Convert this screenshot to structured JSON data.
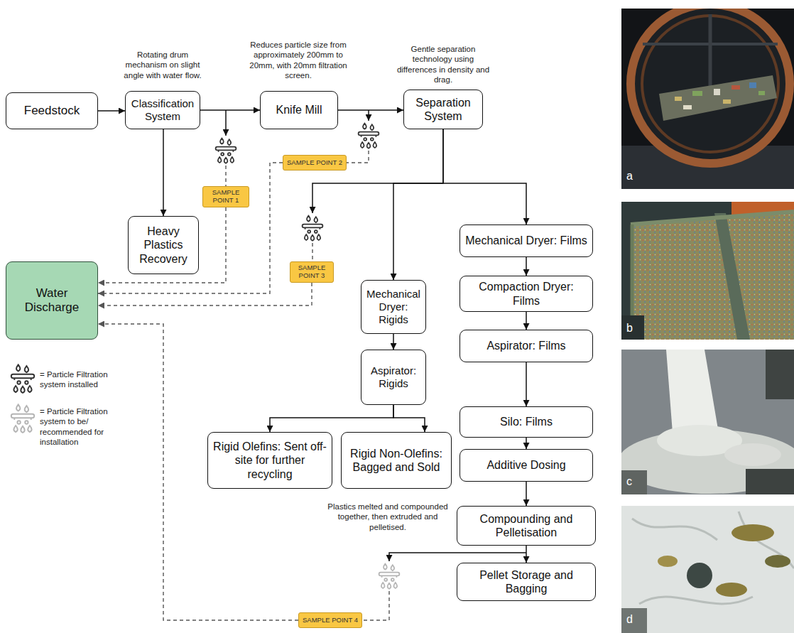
{
  "diagram": {
    "nodes": [
      {
        "text": [
          "Feedstock"
        ]
      },
      {
        "text": [
          "Classification System"
        ]
      },
      {
        "text": [
          "Knife Mill"
        ]
      },
      {
        "text": [
          "Separation System"
        ]
      },
      {
        "text": [
          "SAMPLE POINT 2"
        ]
      },
      {
        "text": [
          "SAMPLE POINT 1"
        ]
      },
      {
        "text": [
          "Heavy Plastics Recovery"
        ]
      },
      {
        "text": [
          "Mechanical Dryer: Films"
        ]
      },
      {
        "text": [
          "SAMPLE POINT 3"
        ]
      },
      {
        "text": [
          "Water Discharge"
        ]
      },
      {
        "text": [
          "Mechanical Dryer: Rigids"
        ]
      },
      {
        "text": [
          "Compaction Dryer: Films"
        ]
      },
      {
        "text": [
          "Aspirator: Rigids"
        ]
      },
      {
        "text": [
          "Aspirator: Films"
        ]
      },
      {
        "text": [
          "Silo: Films"
        ]
      },
      {
        "text": [
          "Rigid Olefins: Sent off-site for further recycling"
        ]
      },
      {
        "text": [
          "Rigid Non-Olefins: Bagged and Sold"
        ]
      },
      {
        "text": [
          "Additive Dosing"
        ]
      },
      {
        "text": [
          "Compounding and Pelletisation"
        ]
      },
      {
        "text": [
          "Pellet Storage and Bagging"
        ]
      },
      {
        "text": [
          "SAMPLE POINT 4"
        ]
      }
    ],
    "edges": [
      {
        "from": 0,
        "to": 1,
        "arrow": "to"
      },
      {
        "from": 1,
        "to": 2,
        "arrow": "to"
      },
      {
        "from": 1,
        "to": 6,
        "arrow": "to"
      },
      {
        "from": 2,
        "to": 3,
        "arrow": "to"
      },
      {
        "from": 3,
        "to": 10,
        "arrow": "to"
      },
      {
        "from": 3,
        "to": 7,
        "arrow": "to"
      },
      {
        "from": 10,
        "to": 12,
        "arrow": "to"
      },
      {
        "from": 12,
        "to": 15,
        "arrow": "to"
      },
      {
        "from": 12,
        "to": 16,
        "arrow": "to"
      },
      {
        "from": 7,
        "to": 11,
        "arrow": "to"
      },
      {
        "from": 11,
        "to": 13,
        "arrow": "to"
      },
      {
        "from": 13,
        "to": 14,
        "arrow": "to"
      },
      {
        "from": 14,
        "to": 17,
        "arrow": "to"
      },
      {
        "from": 17,
        "to": 18,
        "arrow": "to"
      },
      {
        "from": 18,
        "to": 19,
        "arrow": "to"
      },
      {
        "from": 5,
        "to": 9,
        "arrow": "to"
      },
      {
        "from": 4,
        "to": 9,
        "arrow": "to"
      },
      {
        "from": 8,
        "to": 9,
        "arrow": "to"
      },
      {
        "from": 20,
        "to": 9,
        "arrow": "to"
      }
    ],
    "labels": [
      "Rotating drum mechanism on slight angle with water flow.",
      "Reduces particle size from approximately 200mm to 20mm, with 20mm filtration screen.",
      "Gentle separation technology using differences in density and drag.",
      "Plastics melted and compounded together, then extruded and pelletised.",
      "a",
      "b",
      "c",
      "d"
    ],
    "legend": [
      {
        "text": "= Particle Filtration system installed"
      },
      {
        "text": "= Particle Filtration system to be/ recommended for installation"
      }
    ]
  }
}
